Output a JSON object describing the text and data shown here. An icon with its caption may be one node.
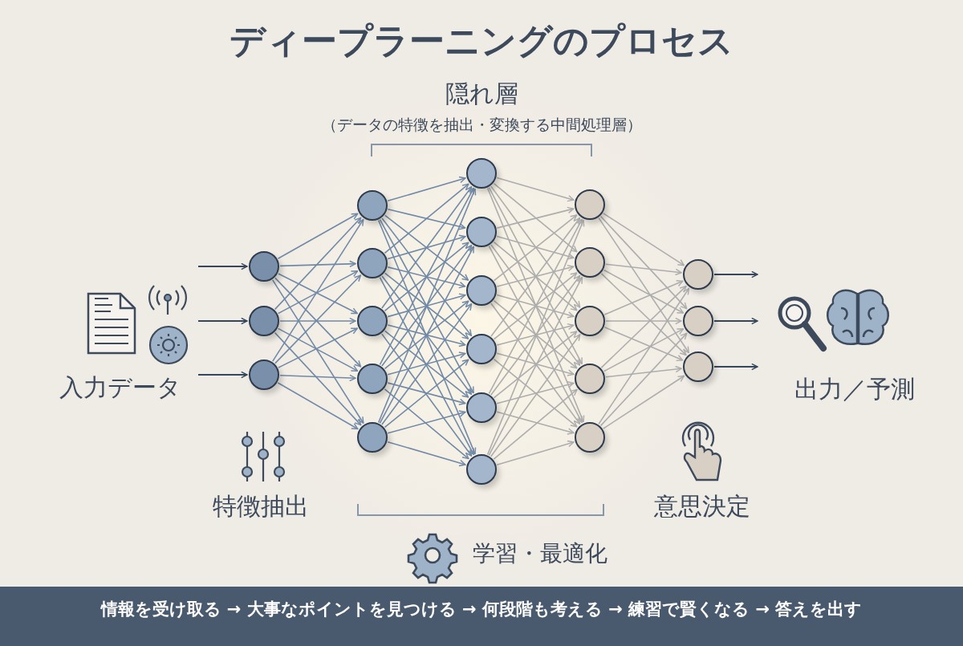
{
  "diagram": {
    "title": "ディープラーニングのプロセス",
    "nodes": [
      {
        "text": [],
        "shape": "circle"
      },
      {
        "text": [],
        "shape": "circle"
      },
      {
        "text": [],
        "shape": "circle"
      },
      {
        "text": [],
        "shape": "circle"
      },
      {
        "text": [],
        "shape": "circle"
      },
      {
        "text": [],
        "shape": "circle"
      },
      {
        "text": [],
        "shape": "circle"
      },
      {
        "text": [],
        "shape": "circle"
      },
      {
        "text": [],
        "shape": "circle"
      },
      {
        "text": [],
        "shape": "circle"
      },
      {
        "text": [],
        "shape": "circle"
      },
      {
        "text": [],
        "shape": "circle"
      },
      {
        "text": [],
        "shape": "circle"
      },
      {
        "text": [],
        "shape": "circle"
      },
      {
        "text": [],
        "shape": "circle"
      },
      {
        "text": [],
        "shape": "circle"
      },
      {
        "text": [],
        "shape": "circle"
      },
      {
        "text": [],
        "shape": "circle"
      },
      {
        "text": [],
        "shape": "circle"
      },
      {
        "text": [],
        "shape": "circle"
      },
      {
        "text": [],
        "shape": "circle"
      },
      {
        "text": [],
        "shape": "circle"
      }
    ],
    "edges": [
      {
        "from": null,
        "to": 0,
        "arrow": "to",
        "color": "#34475e"
      },
      {
        "from": null,
        "to": 1,
        "arrow": "to",
        "color": "#34475e"
      },
      {
        "from": null,
        "to": 2,
        "arrow": "to",
        "color": "#34475e"
      },
      {
        "from": 0,
        "to": 3,
        "arrow": "to"
      },
      {
        "from": 0,
        "to": 4,
        "arrow": "to"
      },
      {
        "from": 0,
        "to": 5,
        "arrow": "to"
      },
      {
        "from": 0,
        "to": 6,
        "arrow": "to"
      },
      {
        "from": 0,
        "to": 7,
        "arrow": "to"
      },
      {
        "from": 1,
        "to": 3,
        "arrow": "to"
      },
      {
        "from": 1,
        "to": 4,
        "arrow": "to"
      },
      {
        "from": 1,
        "to": 5,
        "arrow": "to"
      },
      {
        "from": 1,
        "to": 6,
        "arrow": "to"
      },
      {
        "from": 1,
        "to": 7,
        "arrow": "to"
      },
      {
        "from": 2,
        "to": 3,
        "arrow": "to"
      },
      {
        "from": 2,
        "to": 4,
        "arrow": "to"
      },
      {
        "from": 2,
        "to": 5,
        "arrow": "to"
      },
      {
        "from": 2,
        "to": 6,
        "arrow": "to"
      },
      {
        "from": 2,
        "to": 7,
        "arrow": "to"
      },
      {
        "from": 3,
        "to": 8,
        "arrow": "to"
      },
      {
        "from": 3,
        "to": 9,
        "arrow": "to"
      },
      {
        "from": 3,
        "to": 10,
        "arrow": "to"
      },
      {
        "from": 3,
        "to": 11,
        "arrow": "to"
      },
      {
        "from": 3,
        "to": 12,
        "arrow": "to"
      },
      {
        "from": 3,
        "to": 13,
        "arrow": "to"
      },
      {
        "from": 4,
        "to": 8,
        "arrow": "to"
      },
      {
        "from": 4,
        "to": 9,
        "arrow": "to"
      },
      {
        "from": 4,
        "to": 10,
        "arrow": "to"
      },
      {
        "from": 4,
        "to": 11,
        "arrow": "to"
      },
      {
        "from": 4,
        "to": 12,
        "arrow": "to"
      },
      {
        "from": 4,
        "to": 13,
        "arrow": "to"
      },
      {
        "from": 5,
        "to": 8,
        "arrow": "to"
      },
      {
        "from": 5,
        "to": 9,
        "arrow": "to"
      },
      {
        "from": 5,
        "to": 10,
        "arrow": "to"
      },
      {
        "from": 5,
        "to": 11,
        "arrow": "to"
      },
      {
        "from": 5,
        "to": 12,
        "arrow": "to"
      },
      {
        "from": 5,
        "to": 13,
        "arrow": "to"
      },
      {
        "from": 6,
        "to": 8,
        "arrow": "to"
      },
      {
        "from": 6,
        "to": 9,
        "arrow": "to"
      },
      {
        "from": 6,
        "to": 10,
        "arrow": "to"
      },
      {
        "from": 6,
        "to": 11,
        "arrow": "to"
      },
      {
        "from": 6,
        "to": 12,
        "arrow": "to"
      },
      {
        "from": 6,
        "to": 13,
        "arrow": "to"
      },
      {
        "from": 7,
        "to": 8,
        "arrow": "to"
      },
      {
        "from": 7,
        "to": 9,
        "arrow": "to"
      },
      {
        "from": 7,
        "to": 10,
        "arrow": "to"
      },
      {
        "from": 7,
        "to": 11,
        "arrow": "to"
      },
      {
        "from": 7,
        "to": 12,
        "arrow": "to"
      },
      {
        "from": 7,
        "to": 13,
        "arrow": "to"
      },
      {
        "from": 8,
        "to": 14,
        "arrow": "to",
        "color": "#adadad"
      },
      {
        "from": 8,
        "to": 15,
        "arrow": "to",
        "color": "#adadad"
      },
      {
        "from": 8,
        "to": 16,
        "arrow": "to",
        "color": "#adadad"
      },
      {
        "from": 8,
        "to": 17,
        "arrow": "to",
        "color": "#adadad"
      },
      {
        "from": 8,
        "to": 18,
        "arrow": "to",
        "color": "#adadad"
      },
      {
        "from": 9,
        "to": 14,
        "arrow": "to",
        "color": "#adadad"
      },
      {
        "from": 9,
        "to": 15,
        "arrow": "to",
        "color": "#adadad"
      },
      {
        "from": 9,
        "to": 16,
        "arrow": "to",
        "color": "#adadad"
      },
      {
        "from": 9,
        "to": 17,
        "arrow": "to",
        "color": "#adadad"
      },
      {
        "from": 9,
        "to": 18,
        "arrow": "to",
        "color": "#adadad"
      },
      {
        "from": 10,
        "to": 14,
        "arrow": "to",
        "color": "#adadad"
      },
      {
        "from": 10,
        "to": 15,
        "arrow": "to",
        "color": "#adadad"
      },
      {
        "from": 10,
        "to": 16,
        "arrow": "to",
        "color": "#adadad"
      },
      {
        "from": 10,
        "to": 17,
        "arrow": "to",
        "color": "#adadad"
      },
      {
        "from": 10,
        "to": 18,
        "arrow": "to",
        "color": "#adadad"
      },
      {
        "from": 11,
        "to": 14,
        "arrow": "to",
        "color": "#adadad"
      },
      {
        "from": 11,
        "to": 15,
        "arrow": "to",
        "color": "#adadad"
      },
      {
        "from": 11,
        "to": 16,
        "arrow": "to",
        "color": "#adadad"
      },
      {
        "from": 11,
        "to": 17,
        "arrow": "to",
        "color": "#adadad"
      },
      {
        "from": 11,
        "to": 18,
        "arrow": "to",
        "color": "#adadad"
      },
      {
        "from": 12,
        "to": 14,
        "arrow": "to",
        "color": "#adadad"
      },
      {
        "from": 12,
        "to": 15,
        "arrow": "to",
        "color": "#adadad"
      },
      {
        "from": 12,
        "to": 16,
        "arrow": "to",
        "color": "#adadad"
      },
      {
        "from": 12,
        "to": 17,
        "arrow": "to",
        "color": "#adadad"
      },
      {
        "from": 12,
        "to": 18,
        "arrow": "to",
        "color": "#adadad"
      },
      {
        "from": 13,
        "to": 14,
        "arrow": "to",
        "color": "#adadad"
      },
      {
        "from": 13,
        "to": 15,
        "arrow": "to",
        "color": "#adadad"
      },
      {
        "from": 13,
        "to": 16,
        "arrow": "to",
        "color": "#adadad"
      },
      {
        "from": 13,
        "to": 17,
        "arrow": "to",
        "color": "#adadad"
      },
      {
        "from": 13,
        "to": 18,
        "arrow": "to",
        "color": "#adadad"
      },
      {
        "from": 14,
        "to": 19,
        "arrow": "to",
        "color": "#adadad"
      },
      {
        "from": 14,
        "to": 20,
        "arrow": "to",
        "color": "#adadad"
      },
      {
        "from": 14,
        "to": 21,
        "arrow": "to",
        "color": "#adadad"
      },
      {
        "from": 15,
        "to": 19,
        "arrow": "to",
        "color": "#adadad"
      },
      {
        "from": 15,
        "to": 20,
        "arrow": "to",
        "color": "#adadad"
      },
      {
        "from": 15,
        "to": 21,
        "arrow": "to",
        "color": "#adadad"
      },
      {
        "from": 16,
        "to": 19,
        "arrow": "to",
        "color": "#adadad"
      },
      {
        "from": 16,
        "to": 20,
        "arrow": "to",
        "color": "#adadad"
      },
      {
        "from": 16,
        "to": 21,
        "arrow": "to",
        "color": "#adadad"
      },
      {
        "from": 17,
        "to": 19,
        "arrow": "to",
        "color": "#adadad"
      },
      {
        "from": 17,
        "to": 20,
        "arrow": "to",
        "color": "#adadad"
      },
      {
        "from": 17,
        "to": 21,
        "arrow": "to",
        "color": "#adadad"
      },
      {
        "from": 18,
        "to": 19,
        "arrow": "to",
        "color": "#adadad"
      },
      {
        "from": 18,
        "to": 20,
        "arrow": "to",
        "color": "#adadad"
      },
      {
        "from": 18,
        "to": 21,
        "arrow": "to",
        "color": "#adadad"
      },
      {
        "from": 19,
        "to": null,
        "arrow": "to",
        "color": "#34475e"
      },
      {
        "from": 20,
        "to": null,
        "arrow": "to",
        "color": "#34475e"
      },
      {
        "from": 21,
        "to": null,
        "arrow": "to",
        "color": "#34475e"
      }
    ],
    "labels": [
      "隠れ層",
      "（データの特徴を抽出・変換する中間処理層）",
      "入力データ",
      "出力／予測",
      "特徴抽出",
      "意思決定",
      "学習・最適化",
      "情報を受け取る → 大事なポイントを見つける → 何段階も考える → 練習で賢くなる → 答えを出す"
    ]
  }
}
